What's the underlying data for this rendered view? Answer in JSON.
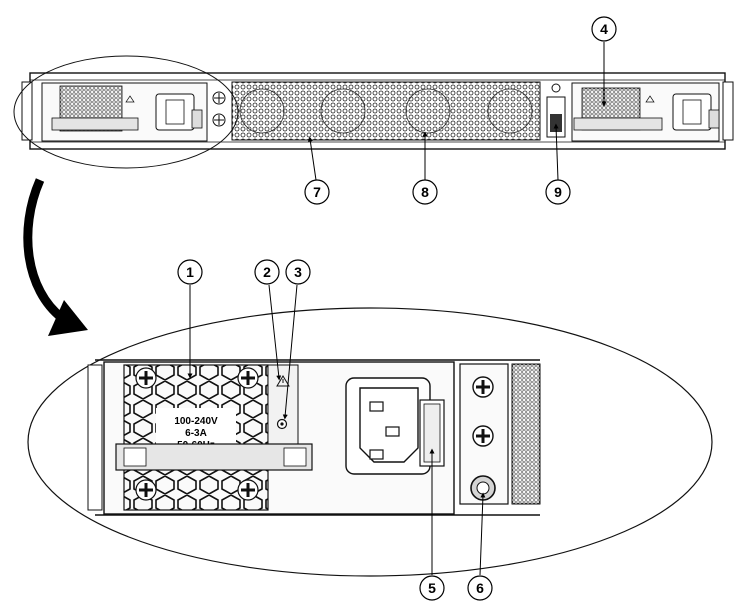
{
  "psu_label": {
    "lines": [
      "100-240V",
      "6-3A",
      "50-60Hz"
    ]
  },
  "callouts": {
    "c1": "1",
    "c2": "2",
    "c3": "3",
    "c4": "4",
    "c5": "5",
    "c6": "6",
    "c7": "7",
    "c8": "8",
    "c9": "9"
  },
  "icons": {
    "warning": "warning-triangle-icon",
    "ground": "ground-screw-icon",
    "ac_inlet": "ac-power-inlet-icon",
    "fan": "fan-grille-icon",
    "arrow": "zoom-arrow-icon"
  },
  "colors": {
    "line": "#111111",
    "panel": "#f2f2f2",
    "shade": "#cfcfcf",
    "dark": "#555555"
  }
}
